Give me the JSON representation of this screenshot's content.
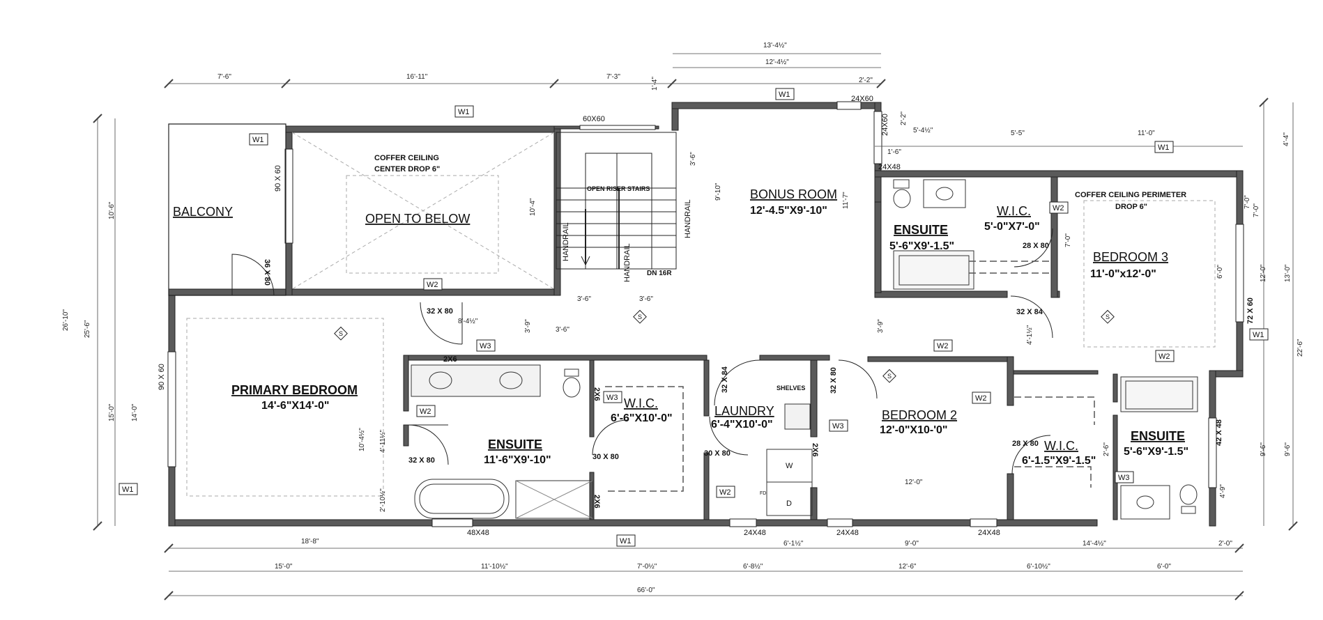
{
  "rooms": {
    "balcony": "BALCONY",
    "open_to_below": "OPEN TO BELOW",
    "coffer_ceiling_1": "COFFER CEILING",
    "coffer_ceiling_2": "CENTER DROP 6\"",
    "bonus_room": "BONUS ROOM",
    "bonus_room_size": "12'-4.5\"X9'-10\"",
    "stairs_label": "OPEN RISER STAIRS",
    "handrail": "HANDRAIL",
    "dn": "DN 16R",
    "ensuite_top": "ENSUITE",
    "ensuite_top_size": "5'-6\"X9'-1.5\"",
    "wic_top": "W.I.C.",
    "wic_top_size": "5'-0\"X7'-0\"",
    "coffer_perimeter_1": "COFFER CEILING PERIMETER",
    "coffer_perimeter_2": "DROP 6\"",
    "bedroom3": "BEDROOM 3",
    "bedroom3_size": "11'-0\"x12'-0\"",
    "primary_bedroom": "PRIMARY BEDROOM",
    "primary_bedroom_size": "14'-6\"X14'-0\"",
    "ensuite_main": "ENSUITE",
    "ensuite_main_size": "11'-6\"X9'-10\"",
    "wic_main": "W.I.C.",
    "wic_main_size": "6'-6\"X10'-0\"",
    "laundry": "LAUNDRY",
    "laundry_size": "6'-4\"X10'-0\"",
    "shelves": "SHELVES",
    "bedroom2": "BEDROOM 2",
    "bedroom2_size": "12'-0\"X10-'0\"",
    "wic_b2": "W.I.C.",
    "wic_b2_size": "6'-1.5\"X9'-1.5\"",
    "ensuite_b2": "ENSUITE",
    "ensuite_b2_size": "5'-6\"X9'-1.5\"",
    "washer": "W",
    "dryer": "D",
    "fd": "FD"
  },
  "doors": {
    "d36x80": "36 X 80",
    "d32x80a": "32 X 80",
    "d32x80b": "32 X 80",
    "d30x80a": "30 X 80",
    "d30x80b": "30 X 80",
    "d32x84a": "32 X 84",
    "d32x80c": "32 X 80",
    "d28x80a": "28 X 80",
    "d32x84b": "32 X 84",
    "d28x80b": "28 X 80",
    "d2x6a": "2X6",
    "d2x6b": "2X6",
    "d2x6c": "2X6",
    "d2x6d": "2X6"
  },
  "windows": {
    "w1": "W1",
    "w2": "W2",
    "w3": "W3",
    "w60x60": "60X60",
    "w24x60a": "24X60",
    "w24x60b": "24X60",
    "w24x48a": "24X48",
    "w90x60a": "90 X 60",
    "w90x60b": "90 X 60",
    "w48x48": "48X48",
    "w24x48b": "24X48",
    "w24x48c": "24X48",
    "w24x48d": "24X48",
    "w72x60": "72 X 60",
    "w42x48": "42 X 48"
  },
  "dims_top": {
    "t1": "7'-6\"",
    "t2": "16'-11\"",
    "t3": "7'-3\"",
    "t4": "13'-4½\"",
    "t5": "12'-4½\"",
    "t6": "2'-2\"",
    "t7": "1'-4\"",
    "t8": "2'-2\"",
    "t9": "5'-4½\"",
    "t10": "5'-5\"",
    "t11": "11'-0\"",
    "t12": "4'-4\"",
    "t13": "1'-6\""
  },
  "dims_inner": {
    "i1": "3'-6\"",
    "i2": "9'-10\"",
    "i3": "10'-4\"",
    "i4": "11'-7\"",
    "i5": "3'-6\"",
    "i6": "3'-6\"",
    "i7": "8'-4½\"",
    "i8": "3'-9\"",
    "i9": "3'-6\"",
    "i10": "3'-9\"",
    "i11": "7'-0\"",
    "i12": "6'-0\"",
    "i13": "4'-1½\"",
    "i14": "12'-0\"",
    "i15": "10'-4½\"",
    "i16": "4'-11½\"",
    "i17": "2'-10½\"",
    "i18": "2'-6\"",
    "i19": "4'-9\"",
    "i20": "7'-0\""
  },
  "dims_left": {
    "l1": "26'-10\"",
    "l2": "25'-6\"",
    "l3": "10'-6\"",
    "l4": "15'-0\"",
    "l5": "14'-0\""
  },
  "dims_right": {
    "r1": "7'-0\"",
    "r2": "12'-0\"",
    "r3": "13'-0\"",
    "r4": "22'-6\"",
    "r5": "9'-6\"",
    "r6": "9'-6\""
  },
  "dims_bottom": {
    "b1": "18'-8\"",
    "b2": "6'-1½\"",
    "b3": "9'-0\"",
    "b4": "14'-4½\"",
    "b5": "2'-0\"",
    "b6": "15'-0\"",
    "b7": "11'-10½\"",
    "b8": "7'-0½\"",
    "b9": "6'-8½\"",
    "b10": "12'-6\"",
    "b11": "6'-10½\"",
    "b12": "6'-0\"",
    "b13": "66'-0\""
  },
  "smoke": "S",
  "colors": {
    "wall": "#555555",
    "line": "#222222",
    "dash": "#9a9a9a"
  }
}
